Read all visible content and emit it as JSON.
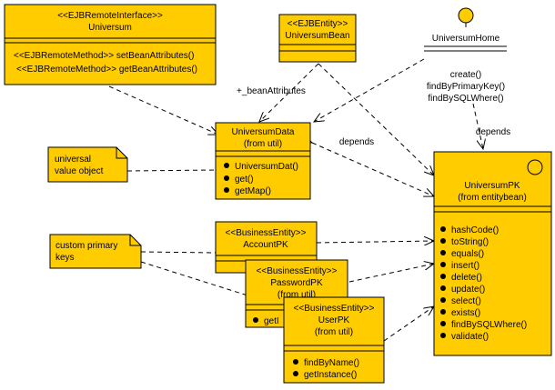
{
  "colors": {
    "fill": "#FFCC00",
    "stroke": "#000000",
    "note_text": "#000000"
  },
  "classes": {
    "universum": {
      "stereotype": "<<EJBRemoteInterface>>",
      "name": "Universum",
      "methods": [
        "<<EJBRemoteMethod>> setBeanAttributes()",
        "<<EJBRemoteMethod>> getBeanAttributes()"
      ]
    },
    "universum_bean": {
      "stereotype": "<<EJBEntity>>",
      "name": "UniversumBean"
    },
    "universum_home": {
      "name": "UniversumHome",
      "methods": [
        "create()",
        "findByPrimaryKey()",
        "findBySQLWhere()"
      ]
    },
    "universum_data": {
      "name": "UniversumData",
      "package": "(from util)",
      "methods": [
        "UniversumDat()",
        "get()",
        "getMap()"
      ]
    },
    "universum_pk": {
      "name": "UniversumPK",
      "package": "(from entitybean)",
      "methods": [
        "hashCode()",
        "toString()",
        "equals()",
        "insert()",
        "delete()",
        "update()",
        "select()",
        "exists()",
        "findBySQLWhere()",
        "validate()"
      ]
    },
    "account_pk": {
      "stereotype": "<<BusinessEntity>>",
      "name": "AccountPK"
    },
    "password_pk": {
      "stereotype": "<<BusinessEntity>>",
      "name": "PasswordPK",
      "package": "(from util)",
      "methods": [
        "getI"
      ]
    },
    "user_pk": {
      "stereotype": "<<BusinessEntity>>",
      "name": "UserPK",
      "package": "(from util)",
      "methods": [
        "findByName()",
        "getInstance()"
      ]
    }
  },
  "notes": {
    "universal": [
      "universal",
      "value object"
    ],
    "custom": [
      "custom primary",
      "keys"
    ]
  },
  "labels": {
    "bean_attributes": "+_beanAttributes",
    "depends_data": "depends",
    "depends_home": "depends"
  }
}
